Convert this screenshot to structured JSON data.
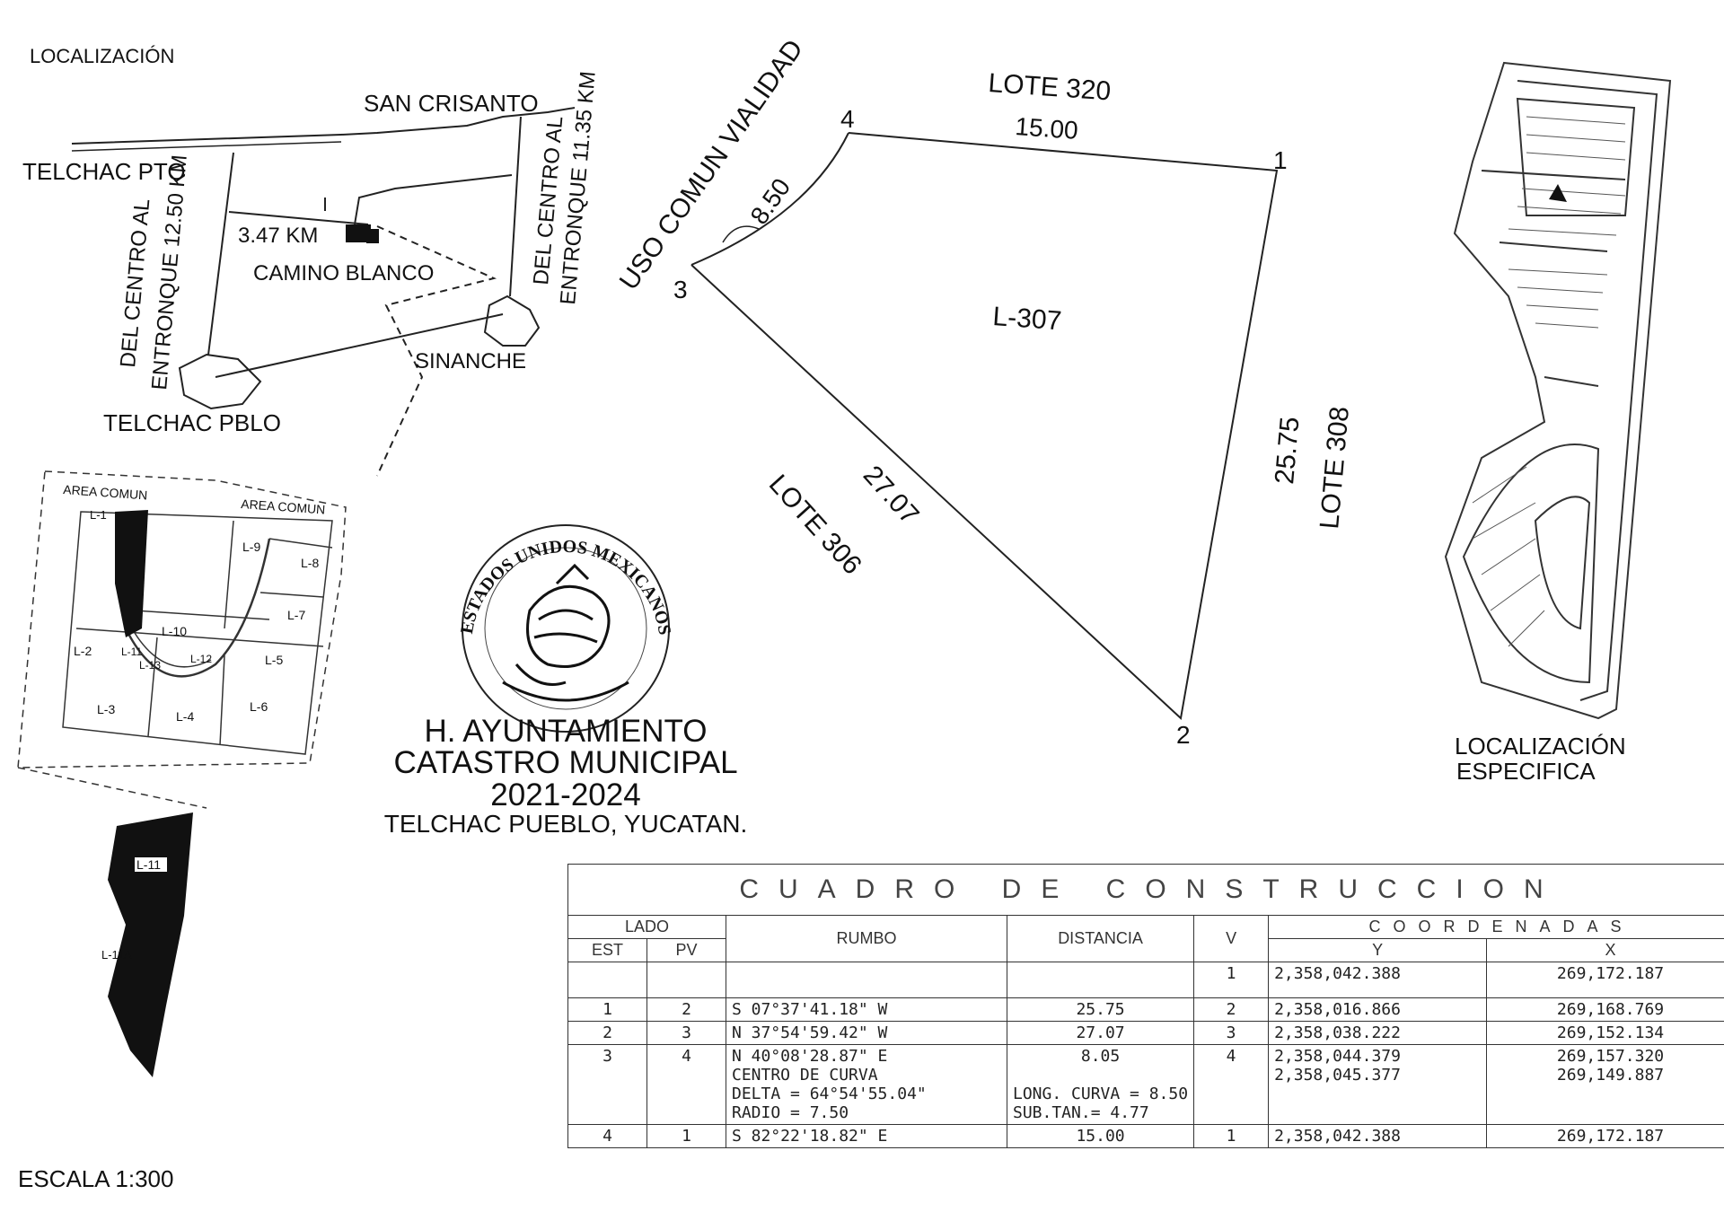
{
  "location_map": {
    "title": "LOCALIZACIÓN",
    "towns": {
      "san_crisanto": "SAN CRISANTO",
      "telchac_pto": "TELCHAC PTO",
      "camino_blanco": "CAMINO BLANCO",
      "sinanche": "SINANCHE",
      "telchac_pblo": "TELCHAC PBLO"
    },
    "distance": "3.47 KM",
    "road_left_1": "DEL CENTRO AL",
    "road_left_2": "ENTRONQUE 12.50 KM",
    "road_right_1": "DEL CENTRO AL",
    "road_right_2": "ENTRONQUE 11.35 KM"
  },
  "inset_plan": {
    "area_comun_1": "AREA COMUN",
    "area_comun_2": "AREA COMUN",
    "lots": [
      "L-1",
      "L-2",
      "L-3",
      "L-4",
      "L-5",
      "L-6",
      "L-7",
      "L-8",
      "L-9",
      "L-10",
      "L-11",
      "L-12",
      "L-13"
    ],
    "lower_lots": [
      "L-11",
      "L-11A"
    ]
  },
  "lot_diagram": {
    "north": "LOTE 320",
    "north_dist": "15.00",
    "road": "USO COMUN VIALIDAD",
    "curve_dist": "8.50",
    "lot_id": "L-307",
    "east_dist": "25.75",
    "east": "LOTE 308",
    "south_dist": "27.07",
    "south": "LOTE 306",
    "vertices": [
      "1",
      "2",
      "3",
      "4"
    ]
  },
  "seal": {
    "ring_text": "ESTADOS UNIDOS MEXICANOS",
    "line1": "H. AYUNTAMIENTO",
    "line2": "CATASTRO MUNICIPAL",
    "line3": "2021-2024",
    "line4": "TELCHAC PUEBLO, YUCATAN."
  },
  "specific_location": {
    "line1": "LOCALIZACIÓN",
    "line2": "ESPECIFICA"
  },
  "scale": "ESCALA 1:300",
  "construction_table": {
    "title": "CUADRO DE CONSTRUCCION",
    "headers": {
      "lado": "LADO",
      "est": "EST",
      "pv": "PV",
      "rumbo": "RUMBO",
      "distancia": "DISTANCIA",
      "v": "V",
      "coordenadas": "COORDENADAS",
      "y": "Y",
      "x": "X"
    },
    "rows": [
      {
        "est": "",
        "pv": "",
        "rumbo": "",
        "dist": "",
        "v": "1",
        "y": "2,358,042.388",
        "x": "269,172.187"
      },
      {
        "est": "1",
        "pv": "2",
        "rumbo": "S 07°37'41.18\" W",
        "dist": "25.75",
        "v": "2",
        "y": "2,358,016.866",
        "x": "269,168.769"
      },
      {
        "est": "2",
        "pv": "3",
        "rumbo": "N 37°54'59.42\" W",
        "dist": "27.07",
        "v": "3",
        "y": "2,358,038.222",
        "x": "269,152.134"
      },
      {
        "est": "3",
        "pv": "4",
        "rumbo": "N 40°08'28.87\" E",
        "dist": "8.05",
        "v": "4",
        "y": "2,358,044.379",
        "x": "269,157.320"
      },
      {
        "est": "4",
        "pv": "1",
        "rumbo": "S 82°22'18.82\" E",
        "dist": "15.00",
        "v": "1",
        "y": "2,358,042.388",
        "x": "269,172.187"
      }
    ],
    "curve": {
      "label": "CENTRO DE CURVA",
      "delta": "DELTA = 64°54'55.04\"",
      "radio": "RADIO = 7.50",
      "long": "LONG. CURVA = 8.50",
      "subtan": "SUB.TAN.= 4.77",
      "y": "2,358,045.377",
      "x": "269,149.887"
    }
  }
}
